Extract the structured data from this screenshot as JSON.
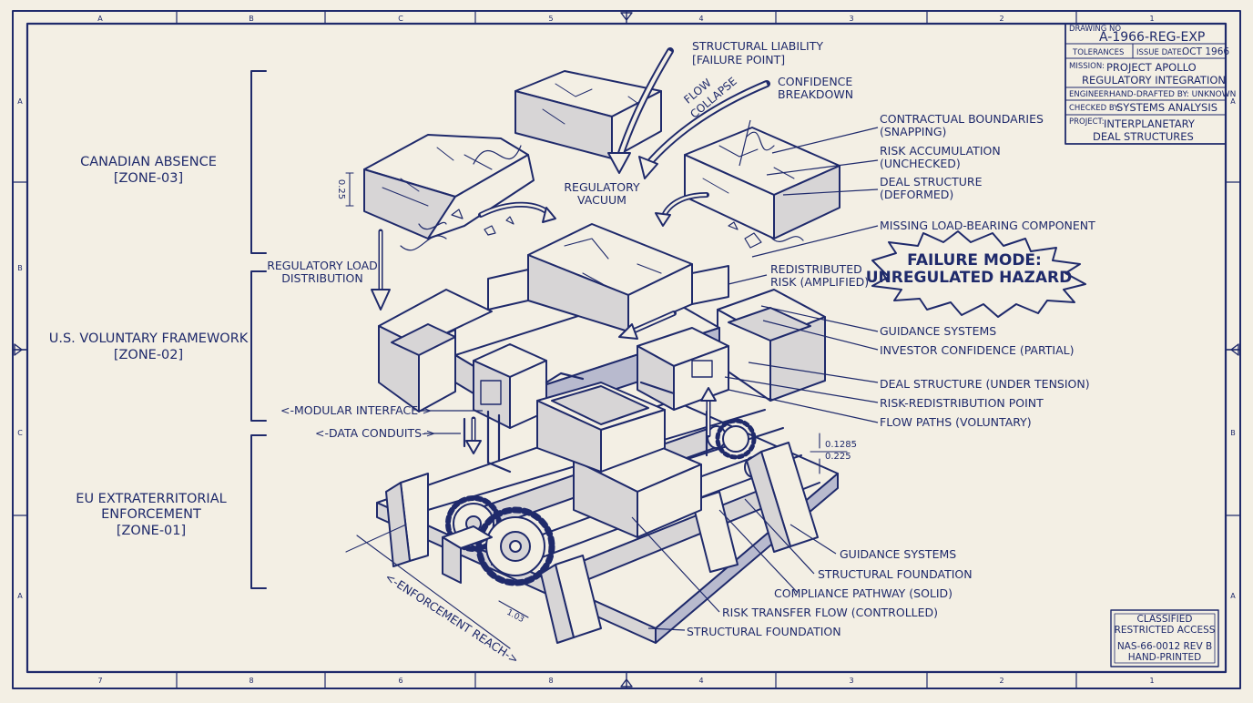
{
  "colors": {
    "ink": "#1f2a6b",
    "paper": "#f3efe4",
    "shade": "#d7d5d6"
  },
  "border_ticks": {
    "top": [
      "A",
      "B",
      "C",
      "5",
      "4",
      "3",
      "2",
      "1"
    ],
    "bottom": [
      "7",
      "8",
      "6",
      "8",
      "4",
      "3",
      "2",
      "1"
    ],
    "left": [
      "A",
      "B",
      "C",
      "A"
    ],
    "right": [
      "A",
      "B",
      "A"
    ]
  },
  "title_block": {
    "drawing_no_label": "DRAWING NO",
    "drawing_no": "A-1966-REG-EXP",
    "tolerances_label": "TOLERANCES",
    "issue_date_label": "ISSUE DATE:",
    "issue_date": "OCT 1966",
    "mission_label": "MISSION:",
    "mission_line1": "PROJECT APOLLO",
    "mission_line2": "REGULATORY INTEGRATION",
    "engineer_label": "ENGINEER:",
    "engineer": "HAND-DRAFTED BY: UNKNOWN",
    "checked_label": "CHECKED BY:",
    "checked": "SYSTEMS ANALYSIS",
    "project_label": "PROJECT:",
    "project_line1": "INTERPLANETARY",
    "project_line2": "DEAL STRUCTURES"
  },
  "zones": [
    {
      "line1": "CANADIAN ABSENCE",
      "line2": "[ZONE-03]",
      "line3": ""
    },
    {
      "line1": "U.S. VOLUNTARY FRAMEWORK",
      "line2": "[ZONE-02]",
      "line3": ""
    },
    {
      "line1": "EU EXTRATERRITORIAL",
      "line2": "ENFORCEMENT",
      "line3": "[ZONE-01]"
    }
  ],
  "labels": {
    "structural_liability_1": "STRUCTURAL LIABILITY",
    "structural_liability_2": "[FAILURE POINT]",
    "flow_collapse_1": "FLOW",
    "flow_collapse_2": "COLLAPSE",
    "confidence_1": "CONFIDENCE",
    "confidence_2": "BREAKDOWN",
    "contractual_1": "CONTRACTUAL BOUNDARIES",
    "contractual_2": "(SNAPPING)",
    "risk_accum_1": "RISK ACCUMULATION",
    "risk_accum_2": "(UNCHECKED)",
    "deal_deformed_1": "DEAL STRUCTURE",
    "deal_deformed_2": "(DEFORMED)",
    "regulatory_vacuum_1": "REGULATORY",
    "regulatory_vacuum_2": "VACUUM",
    "missing_load": "MISSING LOAD-BEARING COMPONENT",
    "failure_mode_1": "FAILURE MODE:",
    "failure_mode_2": "UNREGULATED HAZARD",
    "reg_load_1": "REGULATORY LOAD",
    "reg_load_2": "DISTRIBUTION",
    "redistributed_1": "REDISTRIBUTED",
    "redistributed_2": "RISK (AMPLIFIED)",
    "guidance_upper": "GUIDANCE SYSTEMS",
    "investor": "INVESTOR CONFIDENCE (PARTIAL)",
    "deal_tension": "DEAL STRUCTURE (UNDER TENSION)",
    "risk_redist": "RISK-REDISTRIBUTION POINT",
    "flow_paths": "FLOW PATHS (VOLUNTARY)",
    "modular": "<-MODULAR INTERFACE->",
    "data_conduits": "<-DATA CONDUITS->",
    "dim_top": "0.1285",
    "dim_bottom": "0.225",
    "dim_left": "0.25",
    "dim_small": "1.03",
    "guidance_lower": "GUIDANCE SYSTEMS",
    "structural_foundation_1": "STRUCTURAL FOUNDATION",
    "compliance": "COMPLIANCE PATHWAY (SOLID)",
    "risk_transfer": "RISK TRANSFER FLOW (CONTROLLED)",
    "structural_foundation_2": "STRUCTURAL FOUNDATION",
    "enforcement_reach": "<-ENFORCEMENT REACH->"
  },
  "stamp": {
    "line1": "CLASSIFIED",
    "line2": "RESTRICTED ACCESS",
    "line3": "NAS-66-0012 REV B",
    "line4": "HAND-PRINTED"
  }
}
